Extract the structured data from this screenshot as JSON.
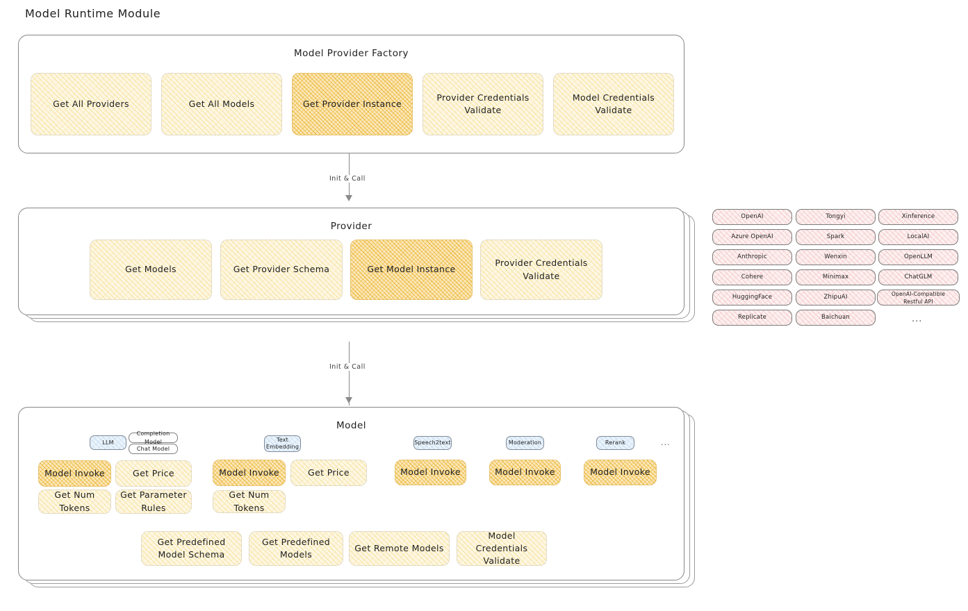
{
  "page": {
    "title": "Model Runtime Module"
  },
  "colors": {
    "node_fill": "#fdf7e3",
    "node_fill_highlight": "#fbe9bd",
    "provider_chip_fill": "#fdf0f0",
    "model_tag_fill": "#eaf3fb",
    "border": "#868686",
    "text": "#1e1e1e"
  },
  "factory": {
    "title": "Model Provider Factory",
    "nodes": [
      {
        "label": "Get All Providers",
        "highlight": false
      },
      {
        "label": "Get All Models",
        "highlight": false
      },
      {
        "label": "Get Provider Instance",
        "highlight": true
      },
      {
        "label": "Provider Credentials Validate",
        "highlight": false
      },
      {
        "label": "Model Credentials Validate",
        "highlight": false
      }
    ]
  },
  "arrows": [
    {
      "label": "Init & Call"
    },
    {
      "label": "Init & Call"
    }
  ],
  "provider": {
    "title": "Provider",
    "nodes": [
      {
        "label": "Get Models",
        "highlight": false
      },
      {
        "label": "Get Provider Schema",
        "highlight": false
      },
      {
        "label": "Get Model Instance",
        "highlight": true
      },
      {
        "label": "Provider Credentials Validate",
        "highlight": false
      }
    ]
  },
  "provider_list": {
    "columns": [
      [
        "OpenAI",
        "Azure OpenAI",
        "Anthropic",
        "Cohere",
        "HuggingFace",
        "Replicate"
      ],
      [
        "Tongyi",
        "Spark",
        "Wenxin",
        "Minimax",
        "ZhipuAI",
        "Baichuan"
      ],
      [
        "Xinference",
        "LocalAI",
        "OpenLLM",
        "ChatGLM",
        "OpenAI-Compatible Restful API"
      ]
    ],
    "more": "..."
  },
  "model": {
    "title": "Model",
    "more": "...",
    "types": [
      {
        "tag": "LLM",
        "subtags": [
          "Completion Model",
          "Chat Model"
        ],
        "nodes": [
          {
            "label": "Model Invoke",
            "highlight": true
          },
          {
            "label": "Get Price",
            "highlight": false
          },
          {
            "label": "Get Num Tokens",
            "highlight": false
          },
          {
            "label": "Get Parameter Rules",
            "highlight": false
          }
        ]
      },
      {
        "tag": "Text Embedding",
        "subtags": [],
        "nodes": [
          {
            "label": "Model Invoke",
            "highlight": true
          },
          {
            "label": "Get Price",
            "highlight": false
          },
          {
            "label": "Get Num Tokens",
            "highlight": false
          }
        ]
      },
      {
        "tag": "Speech2text",
        "subtags": [],
        "nodes": [
          {
            "label": "Model Invoke",
            "highlight": true
          }
        ]
      },
      {
        "tag": "Moderation",
        "subtags": [],
        "nodes": [
          {
            "label": "Model Invoke",
            "highlight": true
          }
        ]
      },
      {
        "tag": "Rerank",
        "subtags": [],
        "nodes": [
          {
            "label": "Model Invoke",
            "highlight": true
          }
        ]
      }
    ],
    "shared_nodes": [
      {
        "label": "Get Predefined Model Schema"
      },
      {
        "label": "Get Predefined Models"
      },
      {
        "label": "Get Remote Models"
      },
      {
        "label": "Model Credentials Validate"
      }
    ]
  }
}
